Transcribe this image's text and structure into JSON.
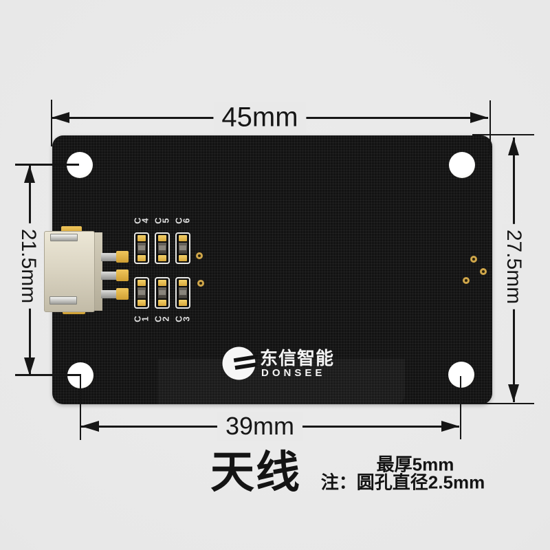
{
  "dimensions": {
    "width": "45mm",
    "hole_span_horizontal": "39mm",
    "hole_span_vertical": "21.5mm",
    "height": "27.5mm"
  },
  "caption": {
    "title": "天线",
    "note_line1": "最厚5mm",
    "note_line2": "注：圆孔直径2.5mm"
  },
  "logo": {
    "cn": "东信智能",
    "en": "DONSEE"
  },
  "components": {
    "cap_labels_top": [
      "C4",
      "C5",
      "C6"
    ],
    "cap_labels_bottom": [
      "C1",
      "C2",
      "C3"
    ]
  },
  "colors": {
    "background": "#e9e9e9",
    "board": "#131313",
    "annotation": "#161616",
    "silkscreen": "#e8e8e6",
    "gold": "#d9ad45",
    "connector_body": "#d8d2c0",
    "hole": "#ffffff"
  }
}
